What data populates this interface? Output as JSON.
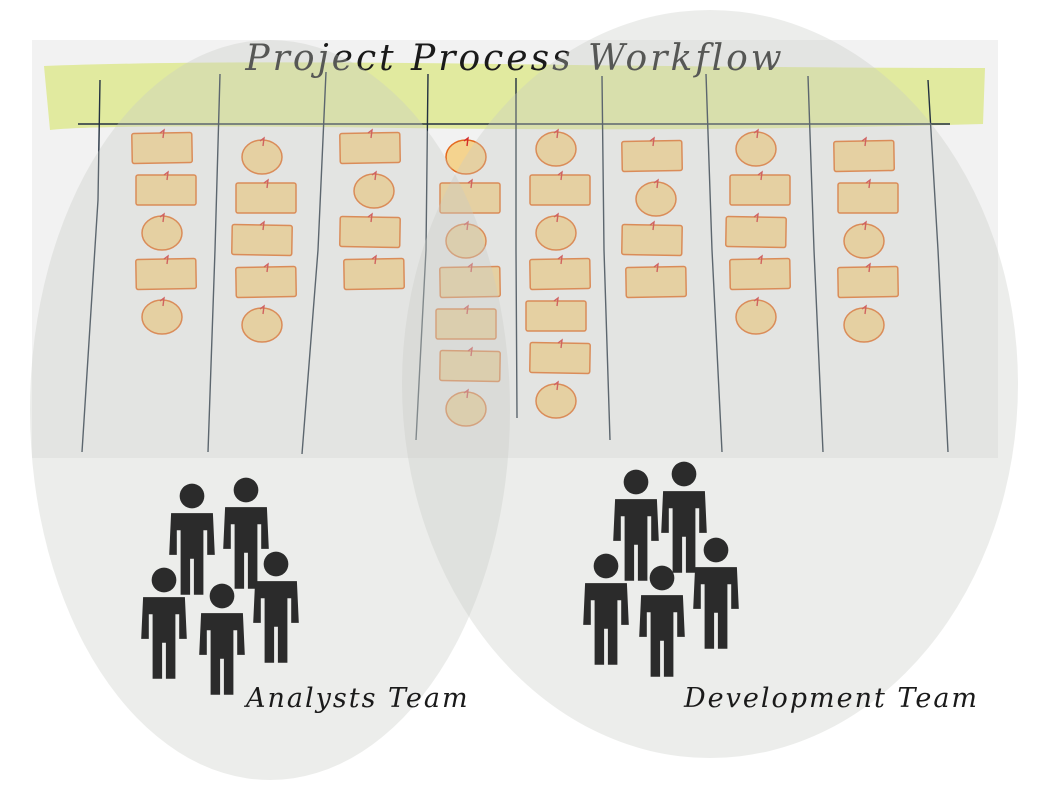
{
  "title": "Project Process Workflow",
  "teams": [
    {
      "label": "Analysts Team"
    },
    {
      "label": "Development Team"
    }
  ],
  "colors": {
    "board": "#f2f2f2",
    "header_band": "#dfe99a",
    "card_fill": "#f4d38f",
    "card_stroke": "#e46a1f",
    "pin": "#d42a2a",
    "line": "#223040",
    "ellipse": "#d8dad6",
    "person": "#2b2b2b"
  },
  "lanes": [
    {
      "cards": [
        "rect",
        "rect",
        "circle",
        "rect",
        "circle"
      ]
    },
    {
      "cards": [
        "circle",
        "rect",
        "rect",
        "rect",
        "circle"
      ]
    },
    {
      "cards": [
        "rect",
        "circle",
        "rect",
        "rect"
      ]
    },
    {
      "cards": [
        "circle",
        "rect",
        "circle",
        "rect",
        "rect",
        "rect",
        "circle"
      ]
    },
    {
      "cards": [
        "circle",
        "rect",
        "circle",
        "rect",
        "rect",
        "rect",
        "circle"
      ]
    },
    {
      "cards": [
        "rect",
        "circle",
        "rect",
        "rect"
      ]
    },
    {
      "cards": [
        "circle",
        "rect",
        "rect",
        "rect",
        "circle"
      ]
    },
    {
      "cards": [
        "rect",
        "rect",
        "circle",
        "rect",
        "circle"
      ]
    }
  ]
}
